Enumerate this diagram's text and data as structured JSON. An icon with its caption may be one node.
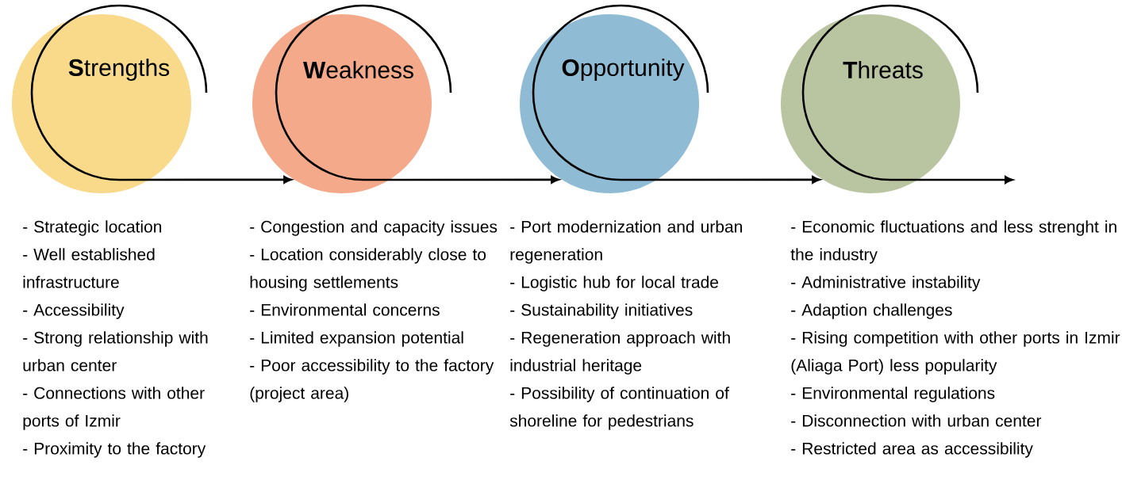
{
  "diagram": {
    "nodes": [
      {
        "text": [
          "**S**trengths"
        ],
        "beside": [
          "- Strategic location",
          "- Well established infrastructure",
          "- Accessibility",
          "- Strong relationship with urban center",
          "- Connections with other ports of Izmir",
          "- Proximity to the factory"
        ]
      },
      {
        "text": [
          "**W**eakness"
        ],
        "beside": [
          "- Congestion and capacity issues",
          "- Location considerably close to housing settlements",
          "- Environmental concerns",
          "- Limited expansion potential",
          "- Poor accessibility to the factory (project area)"
        ]
      },
      {
        "text": [
          "**O**pportunity"
        ],
        "beside": [
          "- Port modernization and urban regeneration",
          "- Logistic hub for local trade",
          "- Sustainability initiatives",
          "- Regeneration approach with industrial heritage",
          "- Possibility of continuation of shoreline for pedestrians"
        ]
      },
      {
        "text": [
          "**T**hreats"
        ],
        "beside": [
          "- Economic fluctuations and less strenght in the industry",
          "- Administrative instability",
          "- Adaption challenges",
          "- Rising competition with other ports in Izmir (Aliaga Port) less popularity",
          "- Environmental regulations",
          "- Disconnection with urban center",
          "- Restricted area as accessibility"
        ]
      }
    ],
    "edges": [
      {
        "from": 0,
        "to": 1,
        "arrow": "to"
      },
      {
        "from": 1,
        "to": 2,
        "arrow": "to"
      },
      {
        "from": 2,
        "to": 3,
        "arrow": "to"
      },
      {
        "from": 3,
        "to": null,
        "arrow": "to"
      }
    ]
  }
}
